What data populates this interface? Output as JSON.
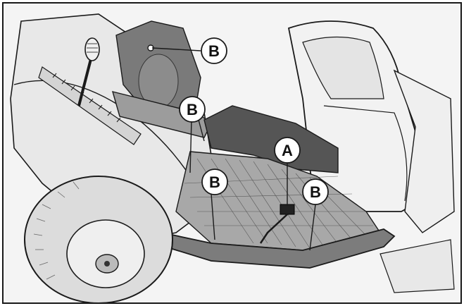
{
  "figure": {
    "callouts": [
      {
        "id": "b-top",
        "text": "B"
      },
      {
        "id": "b-left-upper",
        "text": "B"
      },
      {
        "id": "a-center",
        "text": "A"
      },
      {
        "id": "b-left-lower",
        "text": "B"
      },
      {
        "id": "b-right",
        "text": "B"
      }
    ],
    "colors": {
      "line": "#1a1a1a",
      "fill_dark": "#6b6b6b",
      "fill_mid": "#9a9a9a",
      "fill_light": "#d9d9d9",
      "background": "#ffffff"
    }
  }
}
